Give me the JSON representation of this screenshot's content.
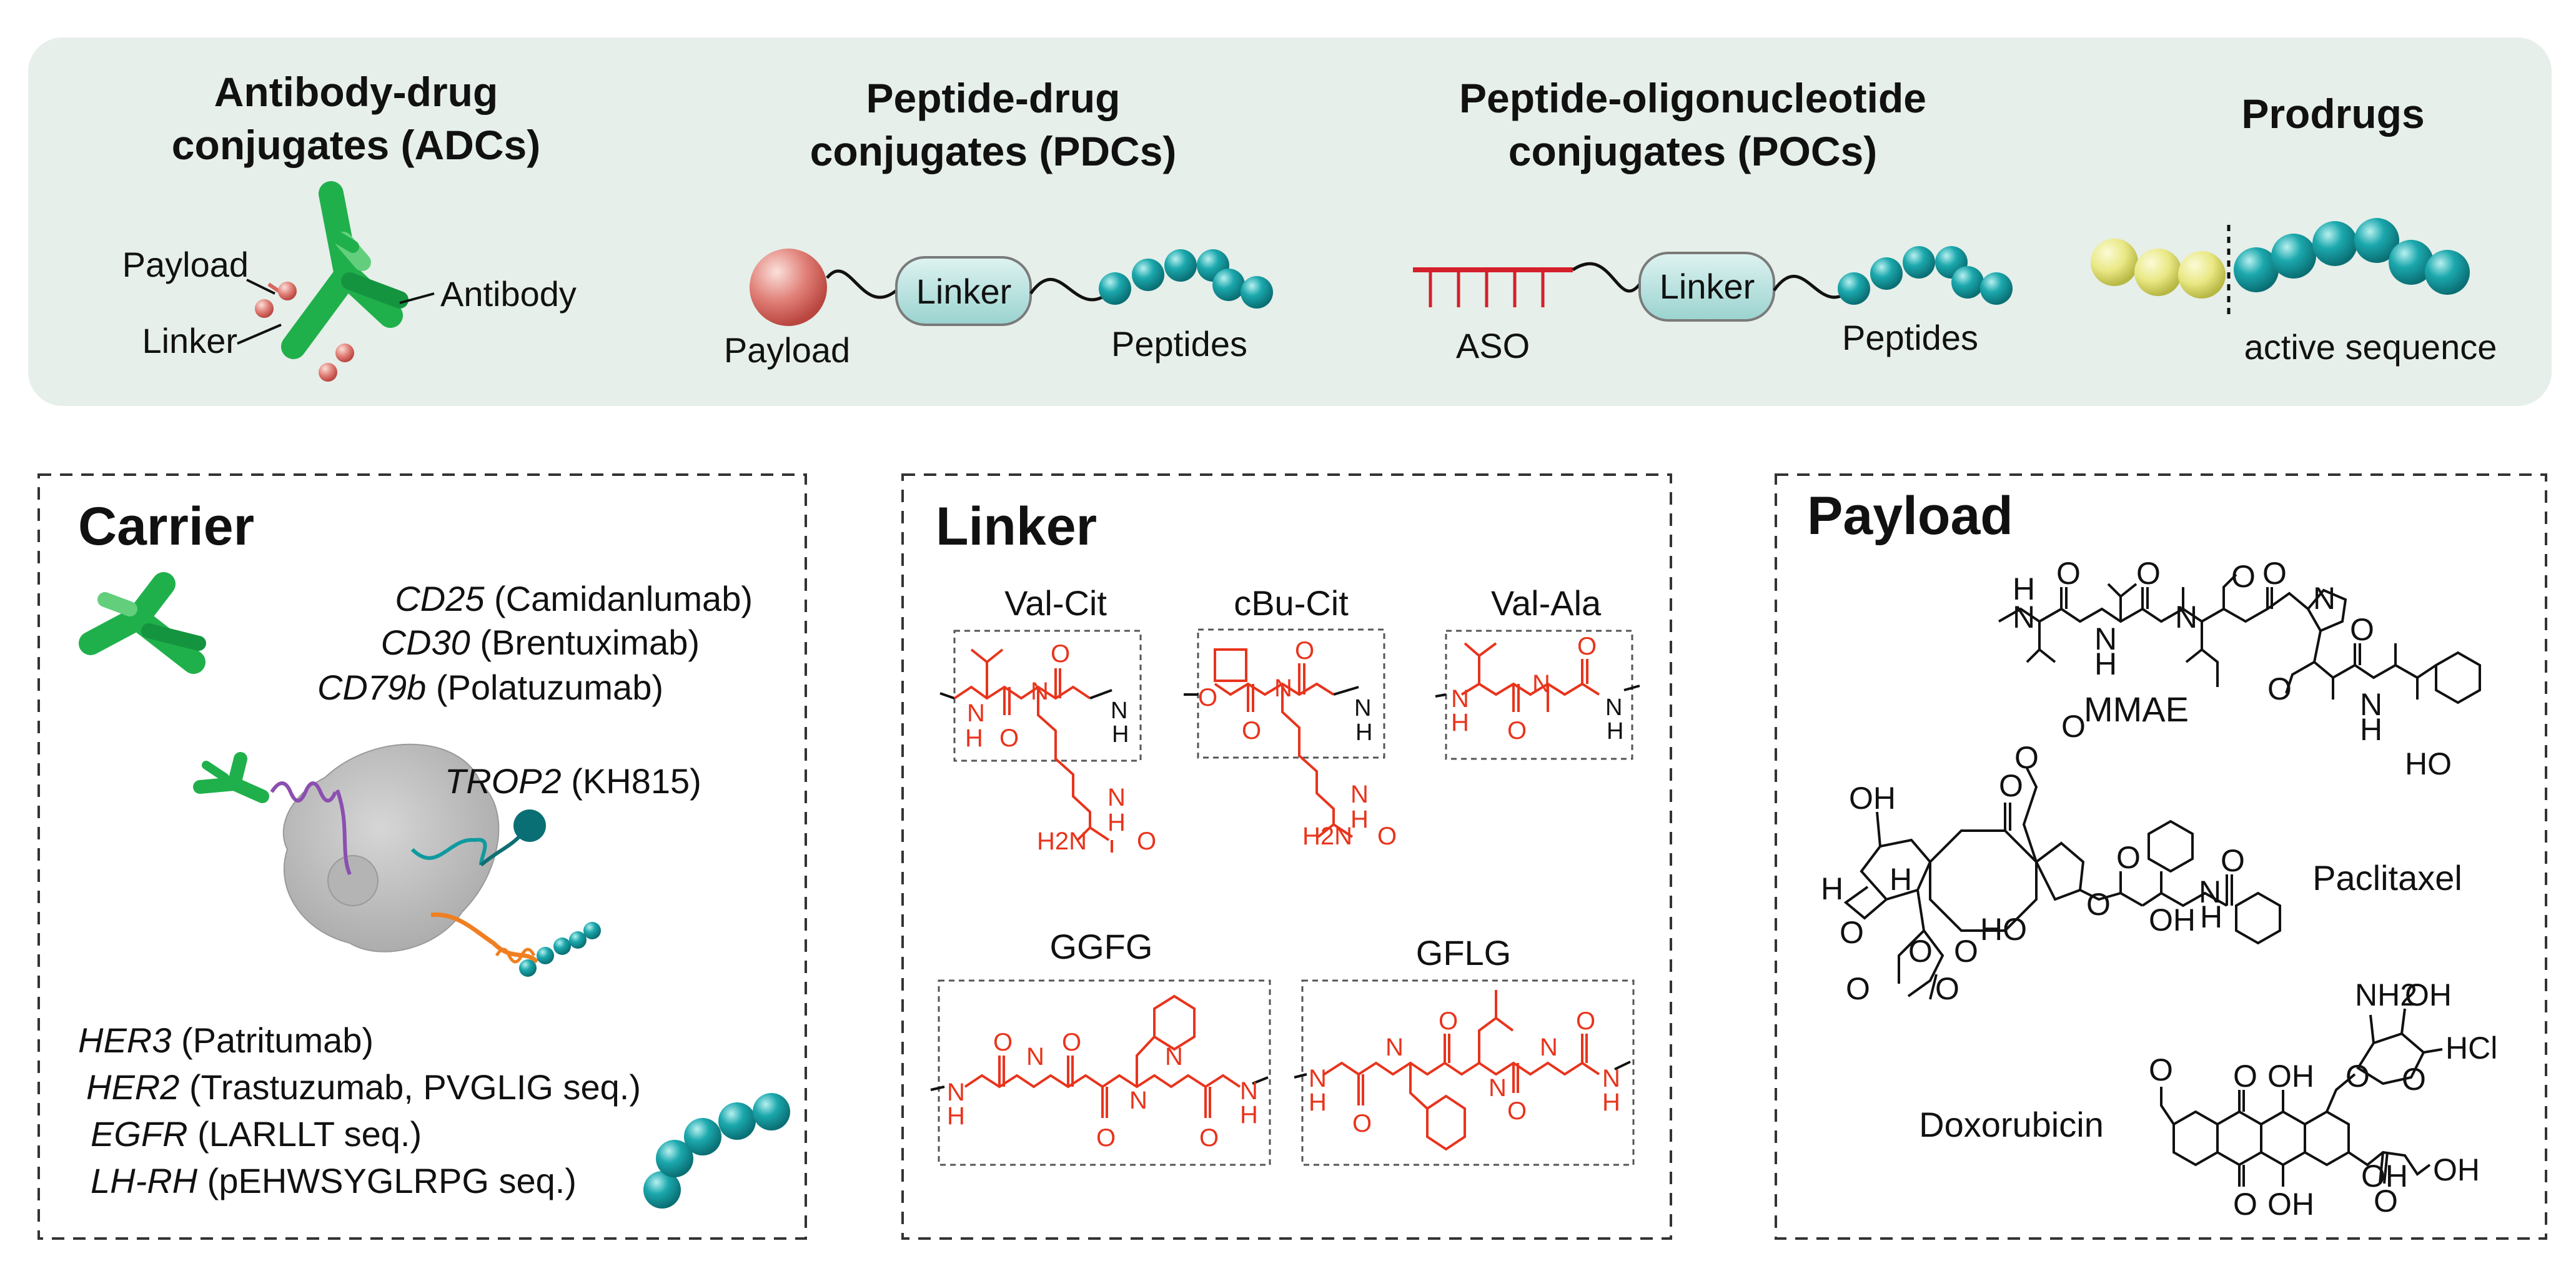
{
  "top_panel": {
    "adc": {
      "title_line1": "Antibody-drug",
      "title_line2": "conjugates (ADCs)",
      "payload": "Payload",
      "linker": "Linker",
      "antibody": "Antibody"
    },
    "pdc": {
      "title_line1": "Peptide-drug",
      "title_line2": "conjugates (PDCs)",
      "linker": "Linker",
      "payload": "Payload",
      "peptides": "Peptides"
    },
    "poc": {
      "title_line1": "Peptide-oligonucleotide",
      "title_line2": "conjugates (POCs)",
      "linker": "Linker",
      "aso": "ASO",
      "peptides": "Peptides"
    },
    "prodrugs": {
      "title": "Prodrugs",
      "active": "active sequence"
    }
  },
  "carrier": {
    "title": "Carrier",
    "antibody_targets": [
      {
        "target": "CD25",
        "drug": " (Camidanlumab)"
      },
      {
        "target": "CD30",
        "drug": " (Brentuximab)"
      },
      {
        "target": "CD79b",
        "drug": " (Polatuzumab)"
      }
    ],
    "trop2": {
      "target": "TROP2",
      "drug": " (KH815)"
    },
    "peptide_targets": [
      {
        "target": "HER3",
        "drug": " (Patritumab)"
      },
      {
        "target": "HER2",
        "drug": " (Trastuzumab, PVGLIG seq.)"
      },
      {
        "target": "EGFR",
        "drug": " (LARLLT seq.)"
      },
      {
        "target": "LH-RH",
        "drug": " (pEHWSYGLRPG seq.)"
      }
    ]
  },
  "linker": {
    "title": "Linker",
    "names": [
      "Val-Cit",
      "cBu-Cit",
      "Val-Ala",
      "GGFG",
      "GFLG"
    ]
  },
  "payload": {
    "title": "Payload",
    "drugs": [
      "MMAE",
      "Paclitaxel",
      "Doxorubicin"
    ],
    "atoms": {
      "nh": "N",
      "h": "H",
      "o": "O",
      "oh": "OH",
      "ho": "HO",
      "nh2": "NH2",
      "h2n": "H2N",
      "hcl": "HCl"
    }
  },
  "colors": {
    "top_bg": "#e6efe9",
    "antibody": "#20b04b",
    "teal": "#0f9aa0",
    "payload_red": "#d9655f",
    "aso_red": "#d4202b",
    "chem_red": "#e8341c"
  }
}
